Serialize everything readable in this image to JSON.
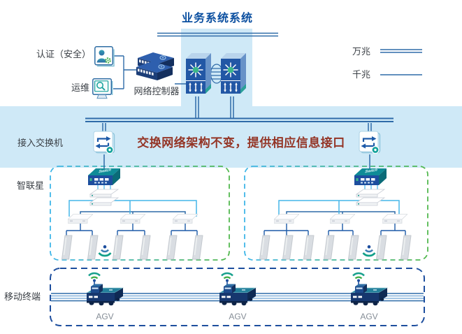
{
  "title": "业务系统系统",
  "legend": {
    "ten_g": "万兆",
    "one_g": "千兆"
  },
  "labels": {
    "auth": "认证（安全）",
    "ops": "运维",
    "controller": "网络控制器",
    "access_switch": "接入交换机",
    "smart_star": "智联星",
    "mobile_terminal": "移动终端"
  },
  "banner": "交换网络架构不变，提供相应信息接口",
  "devices": {
    "group_switch_label": "Switch"
  },
  "agvs": [
    {
      "label": "AGV"
    },
    {
      "label": "AGV"
    },
    {
      "label": "AGV"
    }
  ],
  "colors": {
    "band": "#cfe9f7",
    "steel_line": "#2f6ba8",
    "cyan_line": "#45b5e8",
    "title_blue": "#0b4fa0",
    "banner_red": "#943526",
    "group_box_gradient_start": "#3fb6e8",
    "group_box_gradient_end": "#52b84e",
    "mobile_box_border": "#1d4e9e"
  }
}
